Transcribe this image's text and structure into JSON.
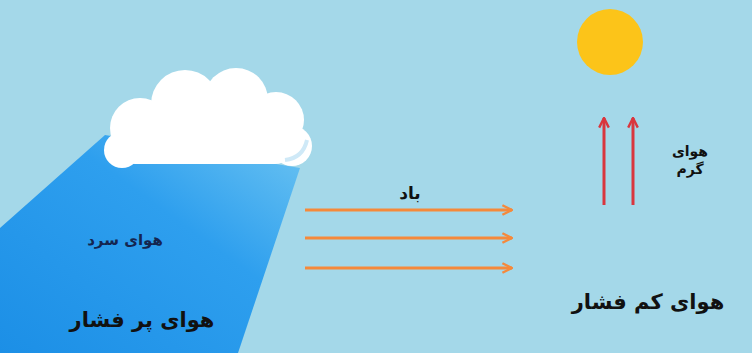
{
  "diagram": {
    "labels": [
      "هوای سرد",
      "هوای پر فشار",
      "باد",
      "هوای گرم",
      "هوای کم فشار"
    ]
  }
}
